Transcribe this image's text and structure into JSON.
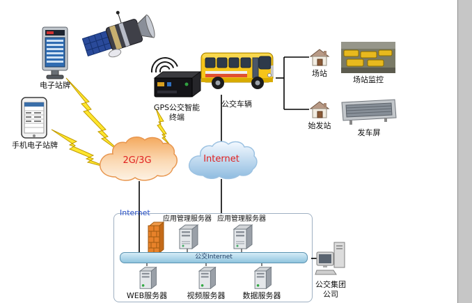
{
  "diagram": {
    "kiosk": {
      "label": "电子站牌"
    },
    "phone": {
      "label": "手机电子站牌"
    },
    "gps_terminal": {
      "label_line1": "GPS公交智能",
      "label_line2": "终端"
    },
    "bus": {
      "label": "公交车辆"
    },
    "station": {
      "label": "场站"
    },
    "station_monitor": {
      "label": "场站监控"
    },
    "origin_station": {
      "label": "始发站"
    },
    "departure_screen": {
      "label": "发车屏"
    },
    "cloud_2g3g": {
      "label": "2G/3G"
    },
    "cloud_internet": {
      "label": "Internet"
    },
    "datacenter": {
      "internet_label": "Internet",
      "app_server_1_label": "应用管理服务器",
      "app_server_2_label": "应用管理服务器",
      "backbone_label": "公交Internet",
      "web_server_label": "WEB服务器",
      "video_server_label": "视频服务器",
      "data_server_label": "数据服务器"
    },
    "company": {
      "label_line1": "公交集团",
      "label_line2": "公司"
    }
  },
  "colors": {
    "red_label": "#e02020",
    "blue_label": "#2850c8",
    "cloud_2g3g_stroke": "#e8964e",
    "cloud_internet_fill": "#8fbce0",
    "lightning": "#ffe62e",
    "firewall_orange": "#e8822a",
    "bus_yellow": "#f6c51a",
    "backbone_bar": "#a8d0e8"
  },
  "icons": [
    "satellite-icon",
    "kiosk-icon",
    "phone-icon",
    "wifi-arcs-icon",
    "gps-terminal-icon",
    "bus-icon",
    "house-icon",
    "depot-photo",
    "led-screen-photo",
    "cloud-icon",
    "lightning-icon",
    "firewall-icon",
    "server-icon",
    "network-backbone-bar",
    "workstation-icon"
  ]
}
